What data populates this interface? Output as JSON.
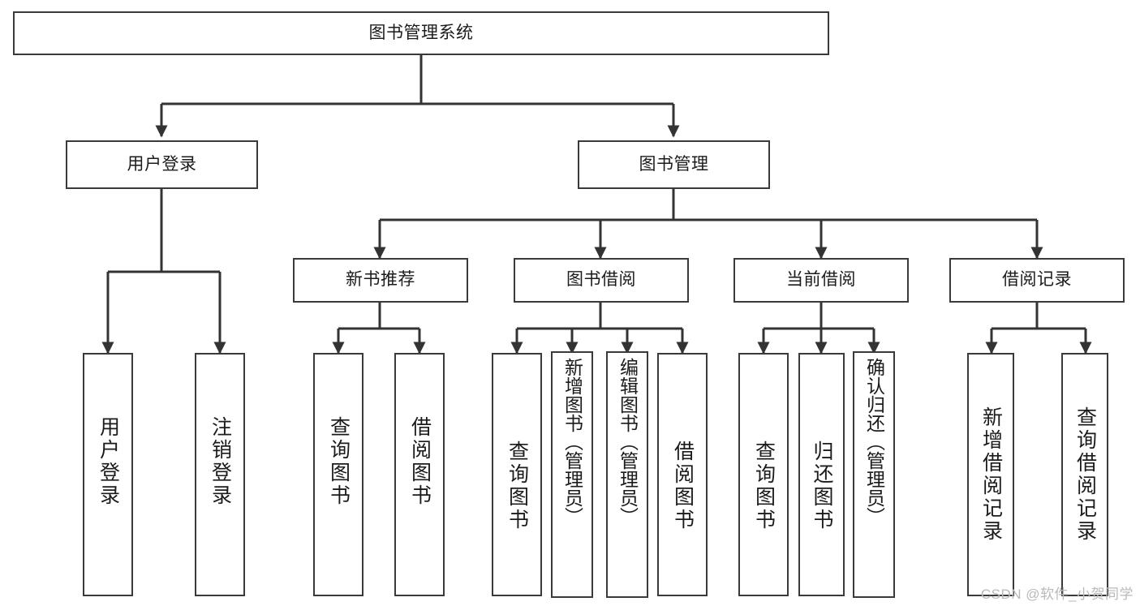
{
  "diagram": {
    "title": "图书管理系统",
    "type": "tree-hierarchy",
    "root": {
      "label": "图书管理系统"
    },
    "level1": [
      {
        "label": "用户登录"
      },
      {
        "label": "图书管理"
      }
    ],
    "level2": [
      {
        "label": "新书推荐"
      },
      {
        "label": "图书借阅"
      },
      {
        "label": "当前借阅"
      },
      {
        "label": "借阅记录"
      }
    ],
    "leaves": {
      "user_login": [
        {
          "label": "用户登录"
        },
        {
          "label": "注销登录"
        }
      ],
      "new_book_recommend": [
        {
          "label": "查询图书"
        },
        {
          "label": "借阅图书"
        }
      ],
      "book_borrow": [
        {
          "label": "查询图书"
        },
        {
          "label": "新增图书（管理员）"
        },
        {
          "label": "编辑图书（管理员）"
        },
        {
          "label": "借阅图书"
        }
      ],
      "current_borrow": [
        {
          "label": "查询图书"
        },
        {
          "label": "归还图书"
        },
        {
          "label": "确认归还（管理员）"
        }
      ],
      "borrow_record": [
        {
          "label": "新增借阅记录"
        },
        {
          "label": "查询借阅记录"
        }
      ]
    }
  },
  "watermark": {
    "text": "CSDN @软件_小贺同学"
  },
  "colors": {
    "background": "#ffffff",
    "border": "#3a3a3a",
    "line": "#333333",
    "text": "#1b1b1b",
    "watermark": "#b9b9b9"
  }
}
